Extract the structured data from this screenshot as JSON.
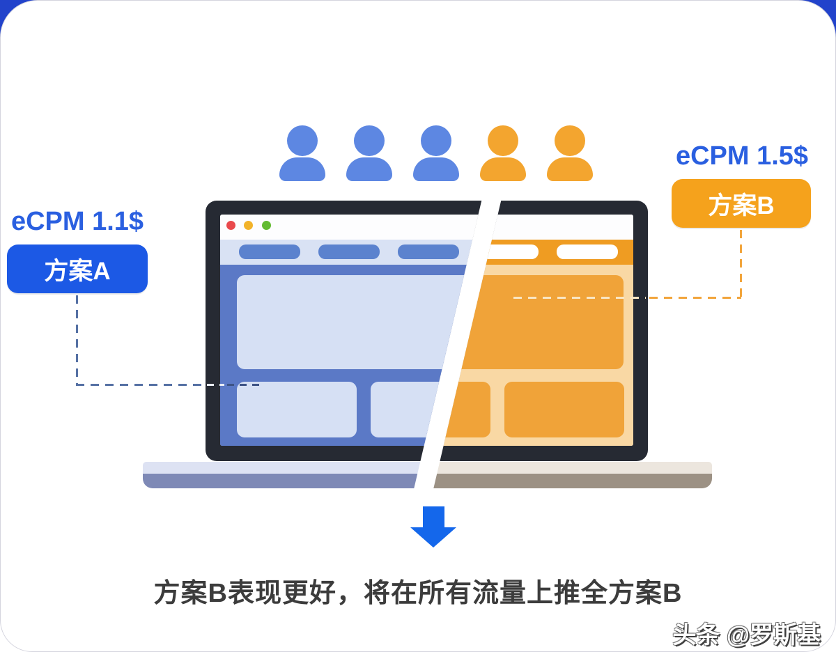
{
  "users": [
    "blue",
    "blue",
    "blue",
    "orange",
    "orange"
  ],
  "plan_a": {
    "ecpm_label": "eCPM 1.1$",
    "badge_label": "方案A",
    "badge_color": "#1c59e5",
    "user_icon_color": "#5d87e2"
  },
  "plan_b": {
    "ecpm_label": "eCPM 1.5$",
    "badge_label": "方案B",
    "badge_color": "#f5a21c",
    "user_icon_color": "#f3a52f"
  },
  "caption": "方案B表现更好，将在所有流量上推全方案B",
  "watermark": "头条 @罗斯基",
  "colors": {
    "background_accent_blue": "#2243cb",
    "ecpm_text_blue": "#2a5fe0",
    "laptop_frame": "#262a33",
    "variant_a_screen_bg": "#5b79c6",
    "variant_a_panel": "#d6e0f4",
    "variant_b_screen_bg": "#f9d8a4",
    "variant_b_panel": "#f0a339",
    "arrow_blue": "#1467eb",
    "caption_text": "#3c3c3c"
  }
}
